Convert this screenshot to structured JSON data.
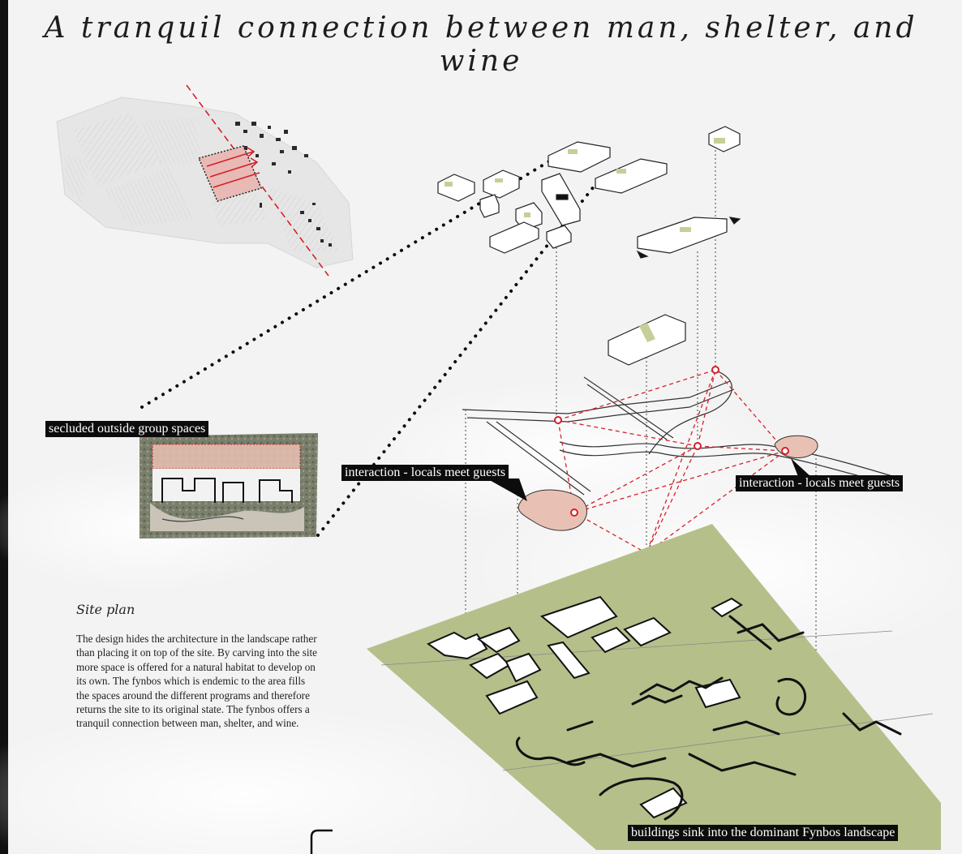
{
  "title": "A tranquil connection between man, shelter, and wine",
  "labels": {
    "group_spaces": "secluded  outside group spaces",
    "interaction_left": "interaction - locals meet guests",
    "interaction_right": "interaction - locals meet guests",
    "buildings_sink": "buildings sink into the dominant Fynbos landscape"
  },
  "site_plan": {
    "heading": "Site plan",
    "body": "The design hides the architecture in the landscape rather than placing it on top of the site. By carving into the site more space is offered for a natural habitat to develop on its own. The fynbos which is endemic to the area fills the spaces around the different programs and therefore returns the site to its original state. The fynbos offers a tranquil connection between man, shelter, and wine."
  },
  "colors": {
    "background": "#f3f3f3",
    "landscape_green": "#b5bf8a",
    "accent_red": "#d4202a",
    "interaction_pink": "#e9c1b4",
    "roof_green": "#c5cf9a",
    "label_bg": "#0c0c0c"
  }
}
